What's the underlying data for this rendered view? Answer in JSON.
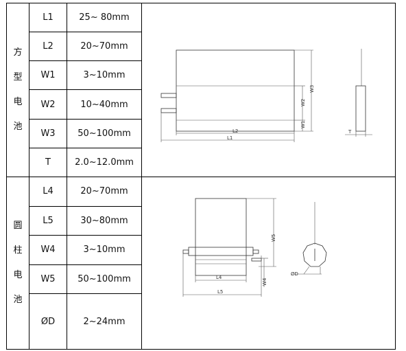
{
  "prismatic": {
    "label_chars": [
      "方",
      "型",
      "电",
      "池"
    ],
    "rows": [
      {
        "param": "L1",
        "range": "25~  80mm"
      },
      {
        "param": "L2",
        "range": "20~70mm"
      },
      {
        "param": "W1",
        "range": "3~10mm"
      },
      {
        "param": "W2",
        "range": "10~40mm"
      },
      {
        "param": "W3",
        "range": "50~100mm"
      },
      {
        "param": "T",
        "range": "2.0~12.0mm"
      }
    ],
    "drawing_labels": {
      "l1": "L1",
      "l2": "L2",
      "w1": "W1",
      "w2": "W2",
      "w3": "W3",
      "t": "T"
    }
  },
  "cylindrical": {
    "label_chars": [
      "圆",
      "柱",
      "电",
      "池"
    ],
    "rows": [
      {
        "param": "L4",
        "range": "20~70mm"
      },
      {
        "param": "L5",
        "range": "30~80mm"
      },
      {
        "param": "W4",
        "range": "3~10mm"
      },
      {
        "param": "W5",
        "range": "50~100mm"
      },
      {
        "param": "ØD",
        "range": "2~24mm"
      }
    ],
    "drawing_labels": {
      "l4": "L4",
      "l5": "L5",
      "w4": "W4",
      "w5": "W5",
      "d": "ØD"
    }
  }
}
